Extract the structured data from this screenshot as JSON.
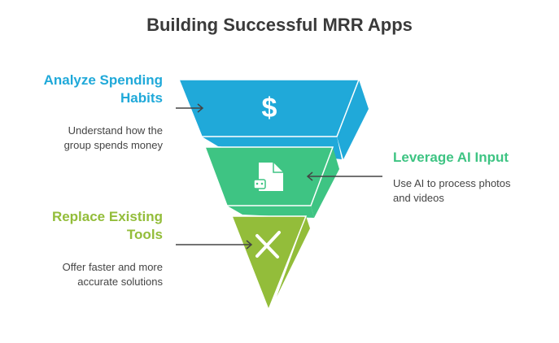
{
  "title": "Building Successful MRR Apps",
  "stages": [
    {
      "heading_line1": "Analyze Spending",
      "heading_line2": "Habits",
      "desc_line1": "Understand how the",
      "desc_line2": "group spends money",
      "color": "#20a9d9",
      "icon": "dollar-icon"
    },
    {
      "heading": "Leverage AI Input",
      "desc_line1": "Use AI to process photos",
      "desc_line2": "and videos",
      "color": "#3ec483",
      "icon": "file-robot-icon"
    },
    {
      "heading_line1": "Replace Existing",
      "heading_line2": "Tools",
      "desc_line1": "Offer faster and more",
      "desc_line2": "accurate solutions",
      "color": "#93bd3a",
      "icon": "tools-icon"
    }
  ]
}
